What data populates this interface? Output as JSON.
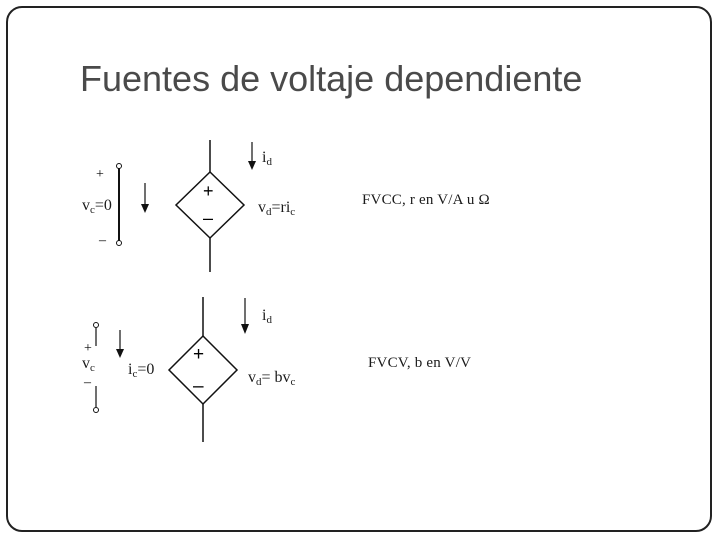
{
  "slide": {
    "title": "Fuentes de voltaje dependiente"
  },
  "vccs_section": {
    "current_label_base": "i",
    "current_label_sub": "d",
    "control_voltage_base": "v",
    "control_voltage_sub": "c",
    "control_voltage_tail": "=0",
    "output_base": "v",
    "output_sub1": "d",
    "output_mid": "=ri",
    "output_sub2": "c",
    "description": "FVCC, r en V/A u Ω",
    "control_plus": "+",
    "control_minus": "–",
    "source_plus": "+",
    "source_minus": "–"
  },
  "vcvs_section": {
    "current_label_base": "i",
    "current_label_sub": "d",
    "control_voltage_base": "v",
    "control_voltage_sub": "c",
    "control_current_base": "i",
    "control_current_sub": "c",
    "control_current_tail": "=0",
    "output_base": "v",
    "output_sub1": "d",
    "output_mid": "= bv",
    "output_sub2": "c",
    "description": "FVCV,  b en V/V",
    "control_plus": "+",
    "control_minus": "–",
    "source_plus": "+",
    "source_minus": "–"
  }
}
